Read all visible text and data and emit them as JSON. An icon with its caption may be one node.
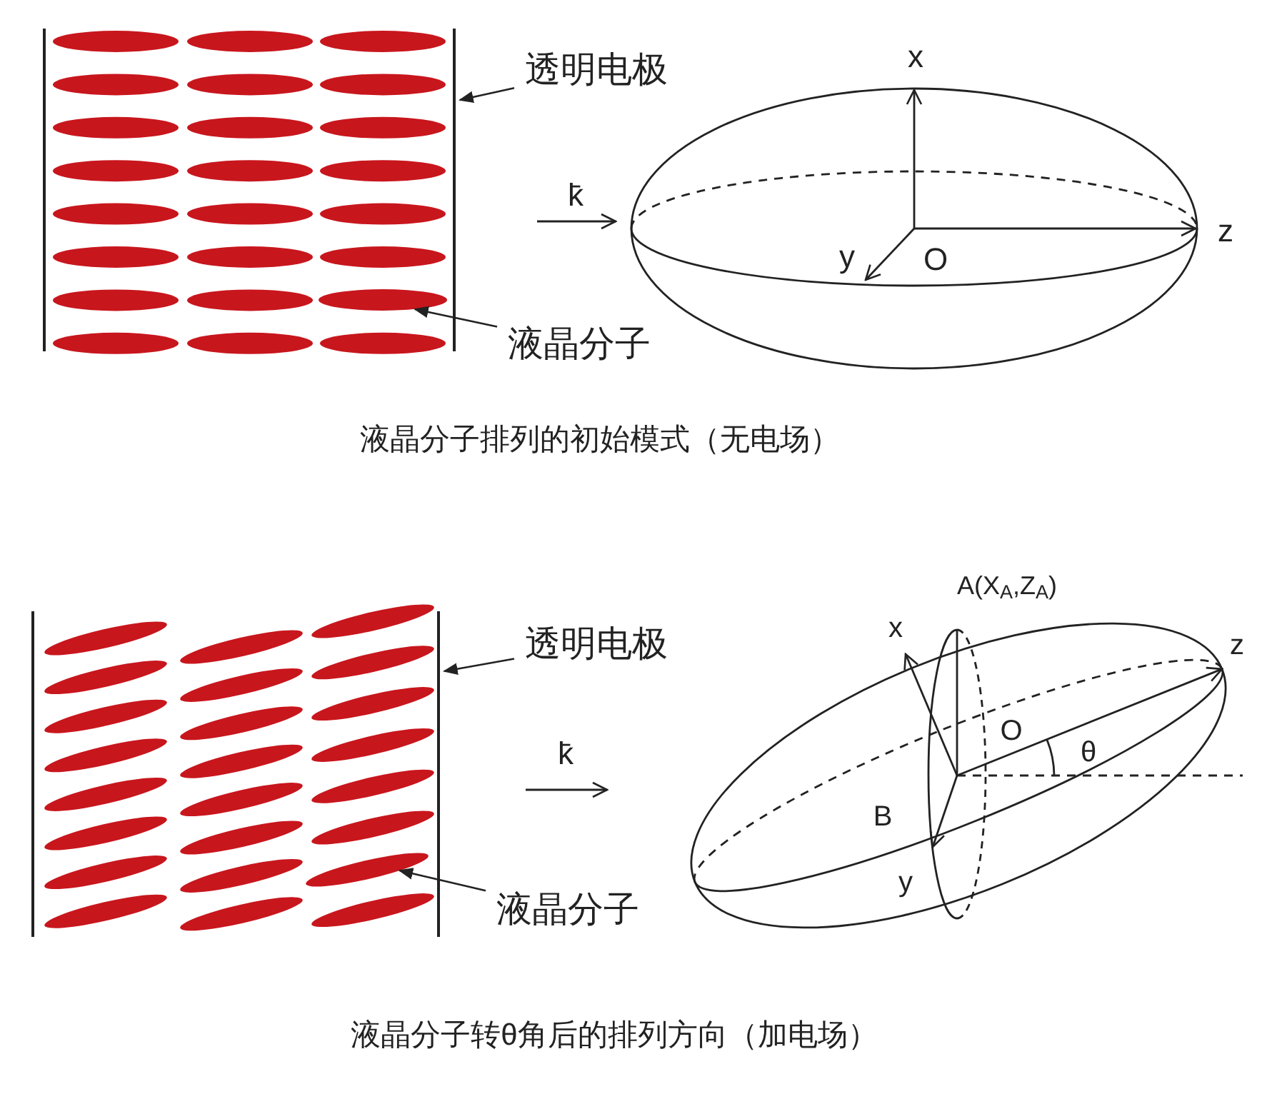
{
  "diagram": {
    "nodes": [
      {
        "text": [
          "透明电极"
        ]
      },
      {
        "text": [],
        "shape": "bar"
      },
      {
        "text": [
          "液晶分子"
        ]
      },
      {
        "text": [],
        "shape": "ellipse"
      },
      {
        "text": [
          "透明电极"
        ]
      },
      {
        "text": [],
        "shape": "bar"
      },
      {
        "text": [
          "液晶分子"
        ]
      },
      {
        "text": [],
        "shape": "ellipse"
      }
    ],
    "edges": [
      {
        "from": 0,
        "to": 1,
        "arrow": "to"
      },
      {
        "from": 2,
        "to": 3,
        "arrow": "to"
      },
      {
        "from": 4,
        "to": 5,
        "arrow": "to"
      },
      {
        "from": 6,
        "to": 7,
        "arrow": "to"
      }
    ],
    "labels": [
      "x",
      "k̄",
      "z",
      "y",
      "O",
      "液晶分子排列的初始模式（无电场）",
      "A(X$_{A}$,Z$_{A}$)",
      "x",
      "z",
      "O",
      "θ",
      "k̄",
      "B",
      "y",
      "液晶分子转θ角后的排列方向（加电场）"
    ]
  }
}
